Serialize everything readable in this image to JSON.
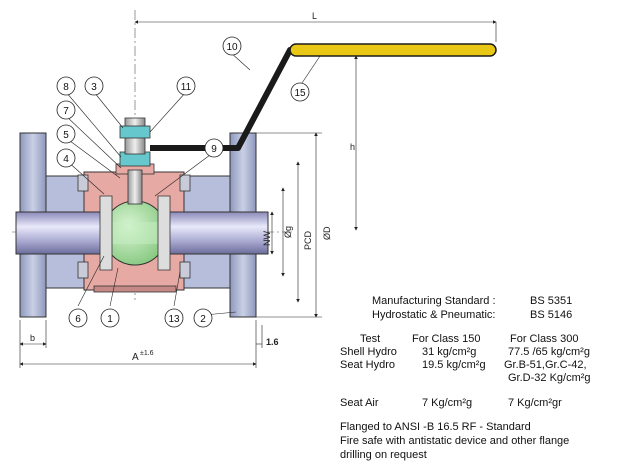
{
  "dimensions": {
    "L": "L",
    "h": "h",
    "b": "b",
    "A": "A",
    "A_tol": "±1.6",
    "t": "1.6",
    "NW": "NW",
    "g": "Øg",
    "PCD": "PCD",
    "D": "ØD"
  },
  "callouts": [
    "10",
    "3",
    "8",
    "11",
    "15",
    "7",
    "5",
    "9",
    "4",
    "6",
    "1",
    "13",
    "2"
  ],
  "specs": {
    "mfg_label": "Manufacturing Standard :",
    "mfg_value": "BS 5351",
    "hydro_label": "Hydrostatic & Pneumatic:",
    "hydro_value": "BS 5146"
  },
  "table": {
    "headers": [
      "Test",
      "For Class 150",
      "For Class 300"
    ],
    "shell": [
      "Shell Hydro",
      "31 kg/cm²g",
      "77.5 /65  kg/cm²g"
    ],
    "seat": [
      "Seat Hydro",
      "19.5 kg/cm²g",
      "Gr.B-51,Gr.C-42,",
      "Gr.D-32 Kg/cm²g"
    ],
    "air": [
      "Seat Air",
      "7 Kg/cm²g",
      "7 Kg/cm²gr"
    ]
  },
  "notes": [
    "Flanged to ANSI -B 16.5 RF - Standard",
    "Fire safe with antistatic device and other flange",
    "drilling on request"
  ],
  "colors": {
    "handle_grip": "#e8c814",
    "handle_bar": "#1a1a1a",
    "flange": "#aab3cf",
    "body": "#e7a9a4",
    "ball": "#a9e0a4",
    "pipe": "#b8b8dd",
    "gland": "#66c7cc"
  }
}
